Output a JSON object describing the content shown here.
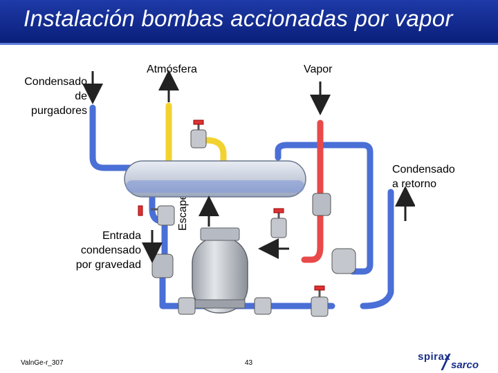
{
  "slide": {
    "title": "Instalación bombas accionadas por vapor",
    "footer_ref": "ValnGe-r_307",
    "page_number": "43",
    "logo_line1": "spirax",
    "logo_line2": "sarco"
  },
  "labels": {
    "condensado_purgadores": [
      "Condensado",
      "de",
      "purgadores"
    ],
    "atmosfera": "Atmósfera",
    "vapor": "Vapor",
    "condensado_retorno": [
      "Condensado",
      "a retorno"
    ],
    "escape": "Escape",
    "entrada_condensado": [
      "Entrada",
      "condensado",
      "por gravedad"
    ]
  },
  "colors": {
    "title_bg": "#0a1f7a",
    "condensate_pipe": "#4a6fd6",
    "steam_pipe": "#e84a4a",
    "vent_pipe": "#f2d230",
    "valve": "#b8b8b8",
    "vessel": "#cfd4e0"
  }
}
